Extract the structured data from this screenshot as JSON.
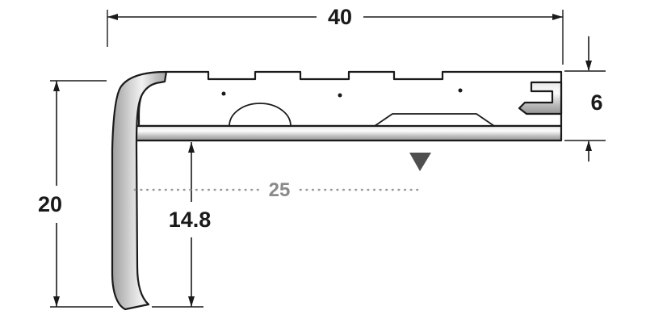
{
  "drawing": {
    "type": "profile-cross-section-technical-drawing",
    "labels": {
      "width_top": "40",
      "thickness_right": "6",
      "height_left": "20",
      "inset_depth": "25",
      "drop_height": "14.8"
    },
    "colors": {
      "outline": "#1a1a1a",
      "dimension_lines": "#1a1a1a",
      "dotted_line": "#999999",
      "dotted_label": "#8a8a8a",
      "marker_triangle": "#4f4f4f",
      "metal_light": "#f2f2f2",
      "metal_dark": "#9e9e9e",
      "background": "#ffffff"
    }
  }
}
